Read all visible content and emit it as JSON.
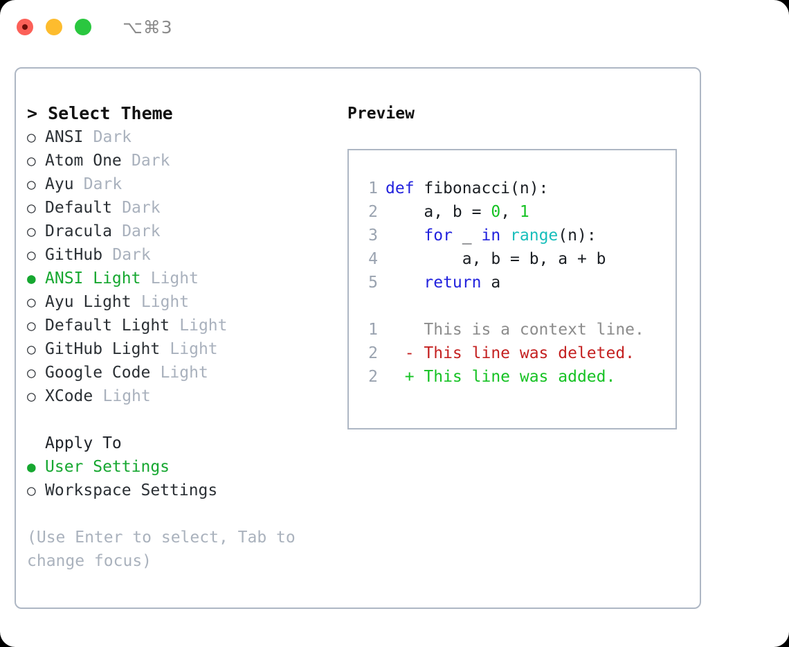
{
  "titlebar": {
    "shortcut": "⌥⌘3",
    "buttons": [
      "close",
      "minimize",
      "maximize"
    ]
  },
  "theme_selector": {
    "heading": "> Select Theme",
    "bullet_selected": "●",
    "bullet_unselected": "○",
    "accent_color": "#16a730",
    "suffix_color": "#a9b1bd",
    "items": [
      {
        "name": "ANSI",
        "suffix": "Dark",
        "selected": false
      },
      {
        "name": "Atom One",
        "suffix": "Dark",
        "selected": false
      },
      {
        "name": "Ayu",
        "suffix": "Dark",
        "selected": false
      },
      {
        "name": "Default",
        "suffix": "Dark",
        "selected": false
      },
      {
        "name": "Dracula",
        "suffix": "Dark",
        "selected": false
      },
      {
        "name": "GitHub",
        "suffix": "Dark",
        "selected": false
      },
      {
        "name": "ANSI Light",
        "suffix": "Light",
        "selected": true
      },
      {
        "name": "Ayu Light",
        "suffix": "Light",
        "selected": false
      },
      {
        "name": "Default Light",
        "suffix": "Light",
        "selected": false
      },
      {
        "name": "GitHub Light",
        "suffix": "Light",
        "selected": false
      },
      {
        "name": "Google Code",
        "suffix": "Light",
        "selected": false
      },
      {
        "name": "XCode",
        "suffix": "Light",
        "selected": false
      }
    ]
  },
  "apply_to": {
    "heading": "Apply To",
    "items": [
      {
        "name": "User Settings",
        "selected": true
      },
      {
        "name": "Workspace Settings",
        "selected": false
      }
    ]
  },
  "hint": "(Use Enter to select, Tab to change focus)",
  "preview": {
    "title": "Preview",
    "code_lines": [
      {
        "num": "1",
        "tokens": [
          {
            "t": "def",
            "c": "kw"
          },
          {
            "t": " fibonacci(n):",
            "c": "plain"
          }
        ]
      },
      {
        "num": "2",
        "tokens": [
          {
            "t": "    a, b = ",
            "c": "plain"
          },
          {
            "t": "0",
            "c": "num"
          },
          {
            "t": ", ",
            "c": "plain"
          },
          {
            "t": "1",
            "c": "num"
          }
        ]
      },
      {
        "num": "3",
        "tokens": [
          {
            "t": "    ",
            "c": "plain"
          },
          {
            "t": "for",
            "c": "kw"
          },
          {
            "t": " _ ",
            "c": "plain"
          },
          {
            "t": "in",
            "c": "kw"
          },
          {
            "t": " ",
            "c": "plain"
          },
          {
            "t": "range",
            "c": "fn"
          },
          {
            "t": "(n):",
            "c": "plain"
          }
        ]
      },
      {
        "num": "4",
        "tokens": [
          {
            "t": "        a, b = b, a + b",
            "c": "plain"
          }
        ]
      },
      {
        "num": "5",
        "tokens": [
          {
            "t": "    ",
            "c": "plain"
          },
          {
            "t": "return",
            "c": "kw"
          },
          {
            "t": " a",
            "c": "plain"
          }
        ]
      }
    ],
    "diff_lines": [
      {
        "num": "1",
        "marker": "  ",
        "text": "This is a context line.",
        "c": "ctx"
      },
      {
        "num": "2",
        "marker": "- ",
        "text": "This line was deleted.",
        "c": "del"
      },
      {
        "num": "2",
        "marker": "+ ",
        "text": "This line was added.",
        "c": "add"
      }
    ]
  }
}
